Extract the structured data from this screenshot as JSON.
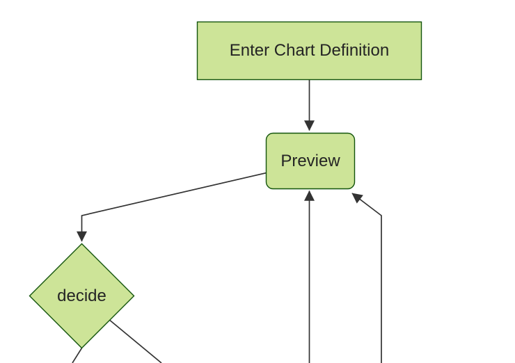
{
  "diagram": {
    "type": "flowchart",
    "direction": "top-down",
    "nodes": [
      {
        "id": "enter-chart-definition",
        "label": "Enter Chart Definition",
        "shape": "rectangle"
      },
      {
        "id": "preview",
        "label": "Preview",
        "shape": "rounded-rectangle"
      },
      {
        "id": "decide",
        "label": "decide",
        "shape": "diamond"
      }
    ],
    "edges": [
      {
        "from": "enter-chart-definition",
        "to": "preview",
        "arrow": true
      },
      {
        "from": "preview",
        "to": "decide",
        "arrow": true
      },
      {
        "from": "offscreen-bottom-center",
        "to": "preview",
        "arrow": true
      },
      {
        "from": "offscreen-bottom-right",
        "to": "preview",
        "arrow": true
      },
      {
        "from": "decide",
        "to": "offscreen-bottom-left",
        "arrow": false
      },
      {
        "from": "decide",
        "to": "offscreen-bottom-right",
        "arrow": false
      }
    ]
  },
  "theme": {
    "background": "#ffffff",
    "node_fill": "#cde498",
    "node_border": "#13540c",
    "edge_color": "#333333",
    "text_color": "#242424"
  }
}
